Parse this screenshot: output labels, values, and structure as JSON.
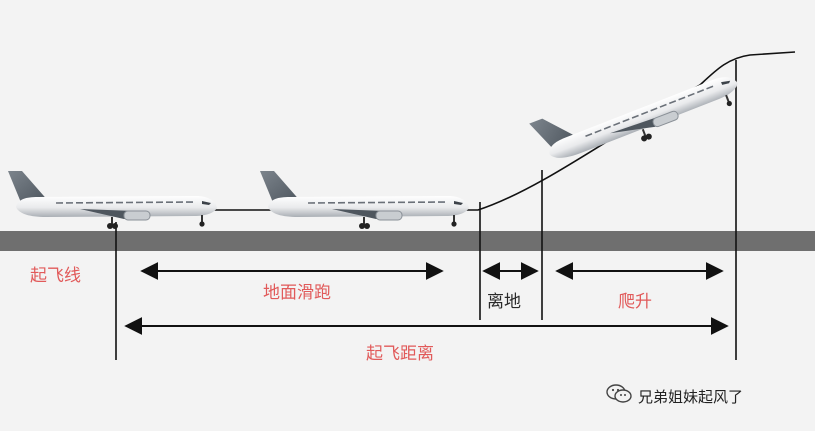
{
  "labels": {
    "takeoff_line": "起飞线",
    "ground_roll": "地面滑跑",
    "liftoff": "离地",
    "climb": "爬升",
    "takeoff_distance": "起飞距离"
  },
  "watermark": {
    "icon": "wechat-icon",
    "text": "兄弟姐妹起风了"
  },
  "colors": {
    "label_red": "#e15a5a",
    "label_dark": "#2a2a2a",
    "runway": "#6f6f6f",
    "background": "#f3f3f3"
  }
}
